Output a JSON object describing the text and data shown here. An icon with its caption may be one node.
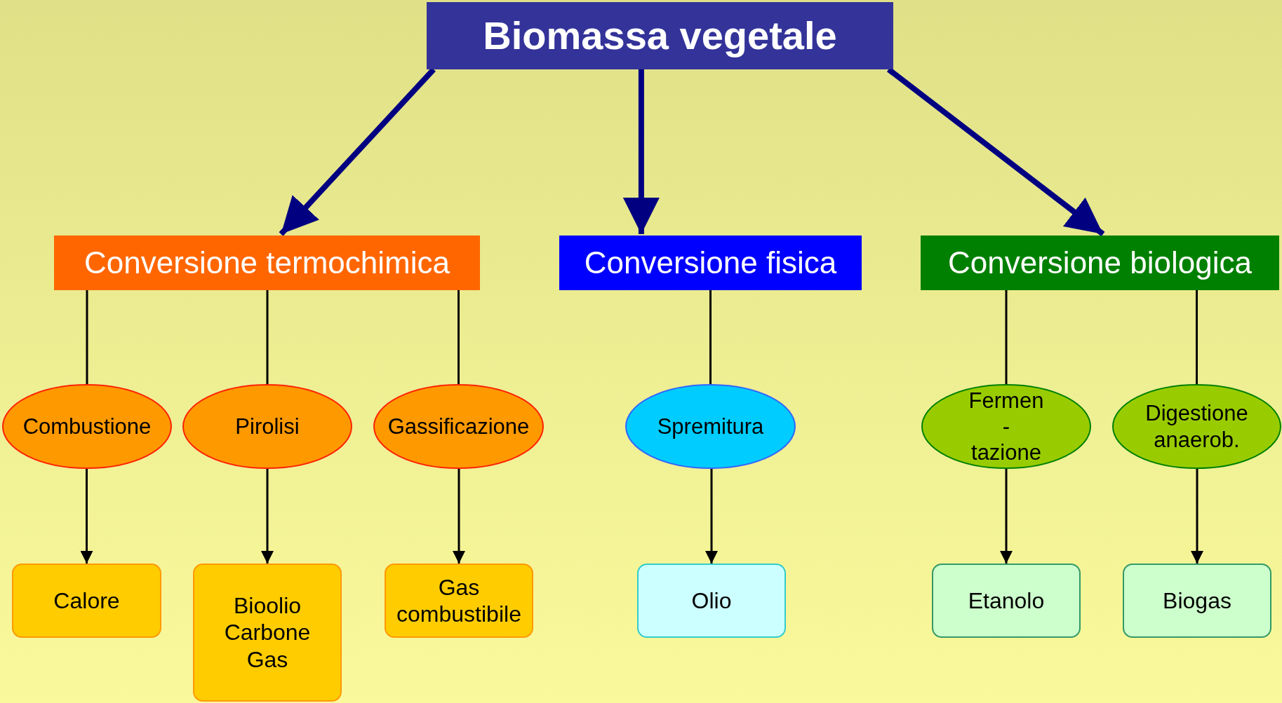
{
  "diagram": {
    "nodes": [
      {
        "text": [
          "Biomassa vegetale"
        ]
      },
      {
        "text": [
          "Conversione termochimica"
        ]
      },
      {
        "text": [
          "Conversione fisica"
        ]
      },
      {
        "text": [
          "Conversione biologica"
        ]
      },
      {
        "text": [
          "Combustione"
        ]
      },
      {
        "text": [
          "Pirolisi"
        ]
      },
      {
        "text": [
          "Gassificazione"
        ]
      },
      {
        "text": [
          "Spremitura"
        ]
      },
      {
        "text": [
          "Fermen -tazione"
        ]
      },
      {
        "text": [
          "Digestione anaerob."
        ]
      },
      {
        "text": [
          "Calore"
        ]
      },
      {
        "text": [
          "Bioolio Carbone Gas"
        ]
      },
      {
        "text": [
          "Gas combustibile"
        ]
      },
      {
        "text": [
          "Olio"
        ]
      },
      {
        "text": [
          "Etanolo"
        ]
      },
      {
        "text": [
          "Biogas"
        ]
      }
    ],
    "edges": [
      {
        "from": 0,
        "to": 1,
        "arrow": "to",
        "style": "thick",
        "color": "#000080"
      },
      {
        "from": 0,
        "to": 2,
        "arrow": "to",
        "style": "thick",
        "color": "#000080"
      },
      {
        "from": 0,
        "to": 3,
        "arrow": "to",
        "style": "thick",
        "color": "#000080"
      },
      {
        "from": 1,
        "to": 4,
        "arrow": "none"
      },
      {
        "from": 1,
        "to": 5,
        "arrow": "none"
      },
      {
        "from": 1,
        "to": 6,
        "arrow": "none"
      },
      {
        "from": 2,
        "to": 7,
        "arrow": "none"
      },
      {
        "from": 3,
        "to": 8,
        "arrow": "none"
      },
      {
        "from": 3,
        "to": 9,
        "arrow": "none"
      },
      {
        "from": 4,
        "to": 10,
        "arrow": "to"
      },
      {
        "from": 5,
        "to": 11,
        "arrow": "to"
      },
      {
        "from": 6,
        "to": 12,
        "arrow": "to"
      },
      {
        "from": 7,
        "to": 13,
        "arrow": "to"
      },
      {
        "from": 8,
        "to": 14,
        "arrow": "to"
      },
      {
        "from": 9,
        "to": 15,
        "arrow": "to"
      }
    ]
  }
}
